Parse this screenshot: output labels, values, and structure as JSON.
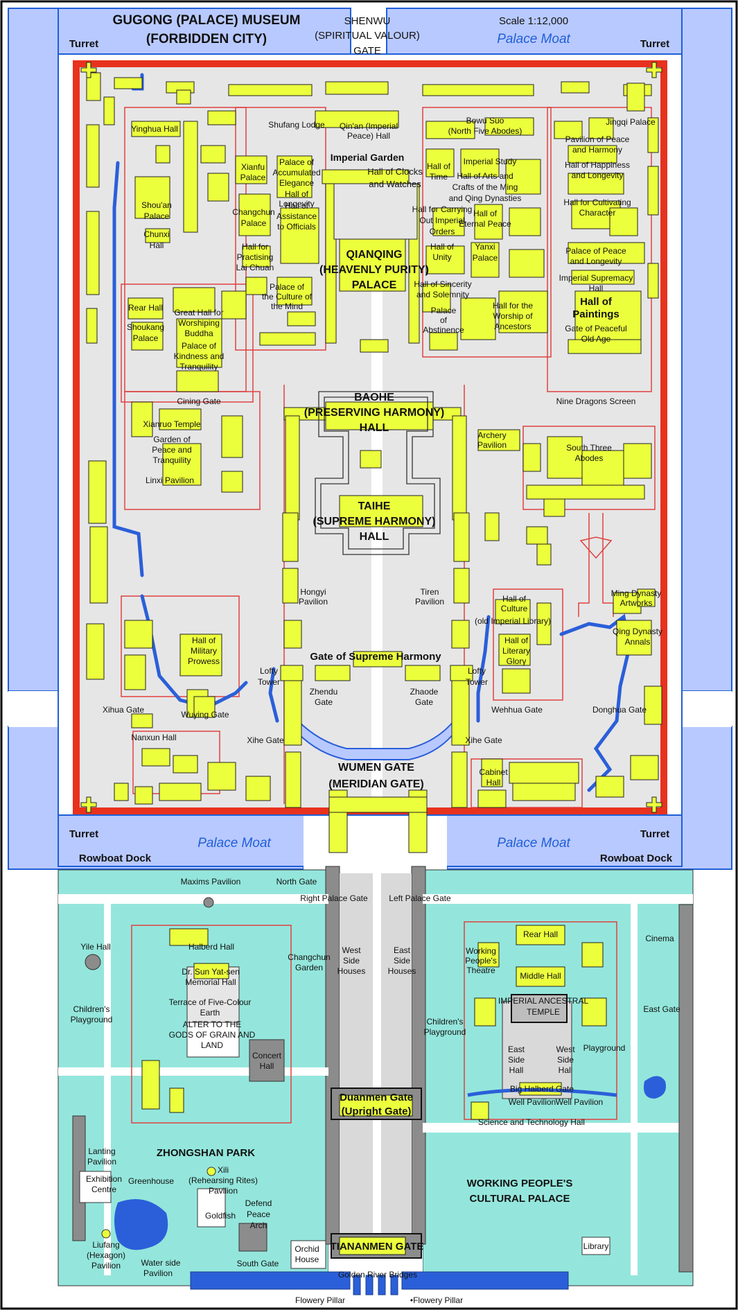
{
  "title": {
    "line1": "GUGONG (PALACE) MUSEUM",
    "line2": "(FORBIDDEN CITY)"
  },
  "scale": "Scale 1:12,000",
  "north_gate": {
    "line1": "SHENWU",
    "line2": "(SPIRITUAL VALOUR)",
    "line3": "GATE"
  },
  "moat": {
    "label": "Palace Moat"
  },
  "turret": "Turret",
  "rowboat_dock": "Rowboat Dock",
  "colors": {
    "moat": "#b8c9ff",
    "wall": "#e8321e",
    "ground": "#e6e6e6",
    "building": "#ecff3c",
    "park": "#94e6dc",
    "water": "#2b5fd9",
    "outline": "#e04040",
    "gray": "#8c8c8c"
  },
  "palace_labels": {
    "yinghua": "Yinghua Hall",
    "shufang": "Shufang Lodge",
    "qinan_1": "Qin'an (Imperial",
    "qinan_2": "Peace) Hall",
    "imperial_garden": "Imperial Garden",
    "clocks_1": "Hall of Clocks",
    "clocks_2": "and Watches",
    "bowu_1": "Bowu Suo",
    "bowu_2": "(North Five Abodes)",
    "jingqi": "Jingqi Palace",
    "peace_harmony_1": "Pavilion of Peace",
    "peace_harmony_2": "and Harmony",
    "happiness_1": "Hall of Happiness",
    "happiness_2": "and Longevity",
    "cultivating_1": "Hall for Cultivating",
    "cultivating_2": "Character",
    "shoukang_1": "Shou'an",
    "shoukang_2": "Palace",
    "chunxi_1": "Chunxi",
    "chunxi_2": "Hall",
    "xianfu_1": "Xianfu",
    "xianfu_2": "Palace",
    "changchun_1": "Changchun",
    "changchun_2": "Palace",
    "accumulated_1": "Palace of",
    "accumulated_2": "Accumulated",
    "accumulated_3": "Elegance",
    "taiji_1": "Hall of",
    "taiji_2": "Longevity",
    "assistance_1": "Hall of",
    "assistance_2": "Assistance",
    "assistance_3": "to Officials",
    "practising_1": "Hall for",
    "practising_2": "Practising",
    "practising_3": "Lai Chuan",
    "time_1": "Hall of",
    "time_2": "Time",
    "arts_1": "Hall of Arts and",
    "arts_2": "Crafts of the Ming",
    "arts_3": "and Qing Dynasties",
    "study": "Imperial Study",
    "eternal_1": "Hall of",
    "eternal_2": "Eternal Peace",
    "orders_1": "Hall for Carrying",
    "orders_2": "Out Imperial",
    "orders_3": "Orders",
    "unity_1": "Hall of",
    "unity_2": "Unity",
    "yanxi_1": "Yanxi",
    "yanxi_2": "Palace",
    "peace_longevity_1": "Palace of Peace",
    "peace_longevity_2": "and Longevity",
    "supremacy_1": "Imperial Supremacy",
    "supremacy_2": "Hall",
    "paintings_1": "Hall of",
    "paintings_2": "Paintings",
    "peaceful_old_1": "Gate of Peaceful",
    "peaceful_old_2": "Old Age",
    "qianqing_1": "QIANQING",
    "qianqing_2": "(HEAVENLY PURITY)",
    "qianqing_3": "PALACE",
    "sincerity_1": "Hall of Sincerity",
    "sincerity_2": "and Solemnity",
    "abstinence_1": "Palace",
    "abstinence_2": "of",
    "abstinence_3": "Abstinence",
    "worship_ancestors_1": "Hall for the",
    "worship_ancestors_2": "Worship of",
    "worship_ancestors_3": "Ancestors",
    "culture_mind_1": "Palace of",
    "culture_mind_2": "the Culture of",
    "culture_mind_3": "the Mind",
    "rear_hall": "Rear Hall",
    "shoukang_palace_1": "Shoukang",
    "shoukang_palace_2": "Palace",
    "buddha_1": "Great Hall for",
    "buddha_2": "Worshiping",
    "buddha_3": "Buddha",
    "kindness_1": "Palace of",
    "kindness_2": "Kindness and",
    "kindness_3": "Tranquility",
    "cining_gate": "Cining Gate",
    "nine_dragons": "Nine Dragons Screen",
    "baohe_1": "BAOHE",
    "baohe_2": "(PRESERVING HARMONY)",
    "baohe_3": "HALL",
    "archery_1": "Archery",
    "archery_2": "Pavilion",
    "xianruo_1": "Xianruo Temple",
    "garden_peace_1": "Garden of",
    "garden_peace_2": "Peace and",
    "garden_peace_3": "Tranquility",
    "linxi": "Linxi Pavilion",
    "south_abodes_1": "South Three",
    "south_abodes_2": "Abodes",
    "taihe_1": "TAIHE",
    "taihe_2": "(SUPREME HARMONY)",
    "taihe_3": "HALL",
    "hongyi_1": "Hongyi",
    "hongyi_2": "Pavilion",
    "tiren_1": "Tiren",
    "tiren_2": "Pavilion",
    "ming_arts_1": "Ming Dynasty",
    "ming_arts_2": "Artworks",
    "qing_annals_1": "Qing Dynasty",
    "qing_annals_2": "Annals",
    "culture_hall_1": "Hall of",
    "culture_hall_2": "Culture",
    "culture_hall_3": "(old Imperial Library)",
    "glory_1": "Hall of",
    "glory_2": "Literary",
    "glory_3": "Glory",
    "military_1": "Hall of",
    "military_2": "Military",
    "military_3": "Prowess",
    "supreme_gate": "Gate of Supreme Harmony",
    "lofty_tower_1": "Lofty",
    "lofty_tower_2": "Tower",
    "zhendu_1": "Zhendu",
    "zhendu_2": "Gate",
    "zhaode_1": "Zhaode",
    "zhaode_2": "Gate",
    "xihua": "Xihua Gate",
    "wuying": "Wuying Gate",
    "wehhua": "Wehhua Gate",
    "donghua": "Donghua Gate",
    "nanxun": "Nanxun Hall",
    "xihe": "Xihe Gate",
    "wumen_1": "WUMEN GATE",
    "wumen_2": "(MERIDIAN GATE)",
    "cabinet_1": "Cabinet",
    "cabinet_2": "Hall"
  },
  "south_labels": {
    "maxims": "Maxims Pavilion",
    "north_gate": "North Gate",
    "right_palace": "Right Palace Gate",
    "left_palace": "Left Palace Gate",
    "yile": "Yile Hall",
    "halberd": "Halberd Hall",
    "sun_1": "Dr. Sun Yat-sen",
    "sun_2": "Memorial Hall",
    "childrens_1": "Children's",
    "childrens_2": "Playground",
    "terrace_1": "Terrace of Five-Colour",
    "terrace_2": "Earth",
    "altar_1": "ALTER TO THE",
    "altar_2": "GODS OF GRAIN AND",
    "altar_3": "LAND",
    "concert_1": "Concert",
    "concert_2": "Hall",
    "changchun_garden_1": "Changchun",
    "changchun_garden_2": "Garden",
    "west_houses_1": "West",
    "west_houses_2": "Side",
    "west_houses_3": "Houses",
    "east_houses_1": "East",
    "east_houses_2": "Side",
    "east_houses_3": "Houses",
    "childrens_e_1": "Children's",
    "childrens_e_2": "Playground",
    "rear_hall": "Rear Hall",
    "workers_theatre_1": "Working",
    "workers_theatre_2": "People's",
    "workers_theatre_3": "Theatre",
    "middle_hall": "Middle Hall",
    "ancestral_1": "IMPERIAL ANCESTRAL",
    "ancestral_2": "TEMPLE",
    "cinema": "Cinema",
    "east_gate": "East Gate",
    "east_side_1": "East",
    "east_side_2": "Side",
    "east_side_3": "Hall",
    "west_side_1": "West",
    "west_side_2": "Side",
    "west_side_3": "Hall",
    "playground": "Playground",
    "big_halberd": "Big Halberd Gate",
    "well_pav_1": "Well Pavilion",
    "well_pav_2": "Well Pavilion",
    "science": "Science and Technology Hall",
    "zhongshan": "ZHONGSHAN PARK",
    "duanmen_1": "Duanmen Gate",
    "duanmen_2": "(Upright Gate)",
    "lanting_1": "Lanting",
    "lanting_2": "Pavilion",
    "exhibition_1": "Exhibition",
    "exhibition_2": "Centre",
    "greenhouse": "Greenhouse",
    "xili_1": "Xili",
    "xili_2": "(Rehearsing Rites)",
    "xili_3": "Pavilion",
    "goldfish": "Goldfish",
    "defend_1": "Defend",
    "defend_2": "Peace",
    "defend_3": "Arch",
    "workers_palace_1": "WORKING PEOPLE'S",
    "workers_palace_2": "CULTURAL PALACE",
    "liufang_1": "Liufang",
    "liufang_2": "(Hexagon)",
    "liufang_3": "Pavilion",
    "waterside_1": "Water side",
    "waterside_2": "Pavilion",
    "orchid_1": "Orchid",
    "orchid_2": "House",
    "tiananmen": "TIANANMEN GATE",
    "library": "Library",
    "south_gate": "South Gate",
    "golden_river": "Golden River Bridges",
    "flowery_1": "Flowery Pillar",
    "flowery_2": "•Flowery Pillar"
  }
}
